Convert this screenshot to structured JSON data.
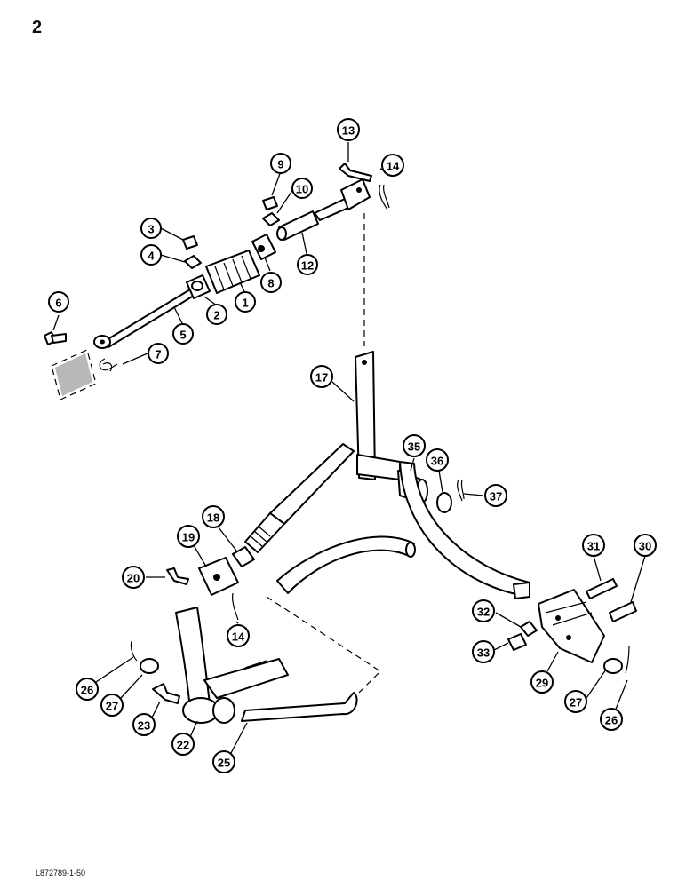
{
  "page_number": "2",
  "reference_code": "L872789-1-50",
  "callouts": [
    {
      "id": "c13",
      "label": "13"
    },
    {
      "id": "c14a",
      "label": "14"
    },
    {
      "id": "c9",
      "label": "9"
    },
    {
      "id": "c10",
      "label": "10"
    },
    {
      "id": "c3",
      "label": "3"
    },
    {
      "id": "c4",
      "label": "4"
    },
    {
      "id": "c12",
      "label": "12"
    },
    {
      "id": "c8",
      "label": "8"
    },
    {
      "id": "c1",
      "label": "1"
    },
    {
      "id": "c2",
      "label": "2"
    },
    {
      "id": "c5",
      "label": "5"
    },
    {
      "id": "c6",
      "label": "6"
    },
    {
      "id": "c7",
      "label": "7"
    },
    {
      "id": "c17",
      "label": "17"
    },
    {
      "id": "c35",
      "label": "35"
    },
    {
      "id": "c36",
      "label": "36"
    },
    {
      "id": "c37",
      "label": "37"
    },
    {
      "id": "c18",
      "label": "18"
    },
    {
      "id": "c19",
      "label": "19"
    },
    {
      "id": "c20",
      "label": "20"
    },
    {
      "id": "c14b",
      "label": "14"
    },
    {
      "id": "c31",
      "label": "31"
    },
    {
      "id": "c30",
      "label": "30"
    },
    {
      "id": "c32",
      "label": "32"
    },
    {
      "id": "c33",
      "label": "33"
    },
    {
      "id": "c29",
      "label": "29"
    },
    {
      "id": "c27b",
      "label": "27"
    },
    {
      "id": "c26b",
      "label": "26"
    },
    {
      "id": "c26a",
      "label": "26"
    },
    {
      "id": "c27a",
      "label": "27"
    },
    {
      "id": "c23",
      "label": "23"
    },
    {
      "id": "c22",
      "label": "22"
    },
    {
      "id": "c25",
      "label": "25"
    }
  ]
}
